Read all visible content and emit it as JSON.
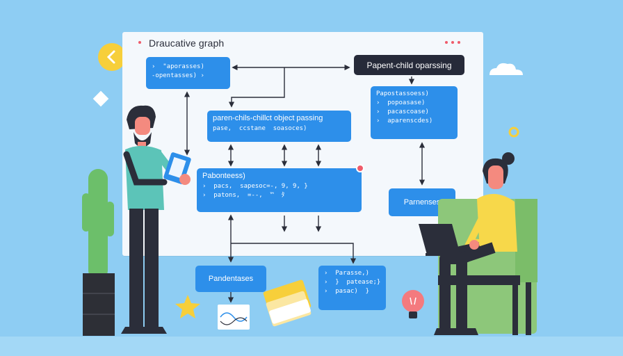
{
  "panel": {
    "title": "Draucative graph",
    "dots": [
      "•",
      "•••"
    ]
  },
  "top_tag": {
    "label": "Papent-child oparssing"
  },
  "boxes": {
    "a": {
      "lines": [
        "›  \"aporasses)",
        "-opentasses) ›"
      ]
    },
    "b": {
      "header": "paren-chils-chillct object passing",
      "lines": [
        "pase,  ccstane  soasoces)"
      ]
    },
    "c": {
      "lines": [
        "Papostassoess)",
        "›  popoasase)",
        "›  pacascoase)",
        "›  aparenscdes)"
      ]
    },
    "d": {
      "header": "Pabonteess)",
      "lines": [
        "›  pacs,  sapesoc=-, 9, 9, }",
        "›  patons,  =--,  ™  ﾀ"
      ]
    },
    "e": {
      "label": "Parnenses"
    },
    "f": {
      "label": "Pandentases"
    },
    "g": {
      "lines": [
        "›  Parasse,)",
        "›  }  patease;}",
        "›  pasac)  }"
      ]
    }
  },
  "colors": {
    "background": "#8ecdf3",
    "panel": "#f4f8fc",
    "box": "#2d8fea",
    "tag": "#262a39",
    "arrow": "#2b2e3a",
    "accent_red": "#ef5b6a"
  }
}
